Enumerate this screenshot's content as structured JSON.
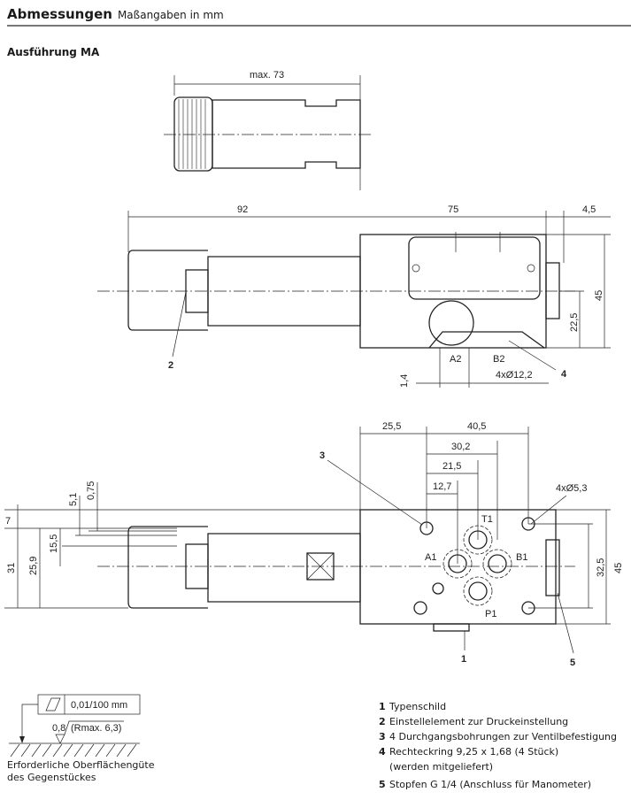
{
  "header": {
    "title": "Abmessungen",
    "subtitle": "Maßangaben in mm"
  },
  "section": "Ausführung MA",
  "dims": {
    "max73": "max. 73",
    "d92": "92",
    "d75": "75",
    "d4_5": "4,5",
    "d45a": "45",
    "d22_5": "22,5",
    "a2": "A2",
    "b2": "B2",
    "d1_4": "1,4",
    "d12_2": "4xØ12,2",
    "d25_5": "25,5",
    "d40_5": "40,5",
    "d30_2": "30,2",
    "d21_5": "21,5",
    "d12_7": "12,7",
    "d5_3": "4xØ5,3",
    "t1": "T1",
    "a1": "A1",
    "b1": "B1",
    "p1": "P1",
    "d7": "7",
    "d31": "31",
    "d25_9": "25,9",
    "d15_5": "15,5",
    "d5_1": "5,1",
    "d0_75": "0,75",
    "d32_5": "32,5",
    "d45b": "45"
  },
  "callouts": {
    "c1": "1",
    "c2": "2",
    "c3": "3",
    "c4": "4",
    "c5": "5"
  },
  "surface": {
    "tolerance": "0,01/100 mm",
    "roughness": "0,8",
    "rmax": "(Rmax.  6,3)",
    "note1": "Erforderliche Oberflächengüte",
    "note2": "des Gegenstückes"
  },
  "legend": [
    {
      "n": "1",
      "text": "Typenschild"
    },
    {
      "n": "2",
      "text": "Einstellelement zur Druckeinstellung"
    },
    {
      "n": "3",
      "text": "4 Durchgangsbohrungen zur Ventilbefestigung"
    },
    {
      "n": "4",
      "text": "Rechteckring 9,25 x 1,68 (4 Stück)",
      "text2": "(werden mitgeliefert)"
    },
    {
      "n": "5",
      "text": "Stopfen G 1/4 (Anschluss für Manometer)"
    }
  ]
}
